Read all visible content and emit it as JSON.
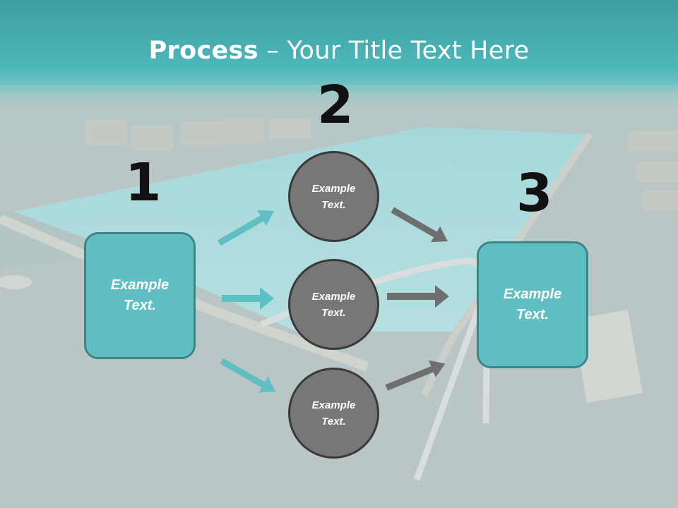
{
  "title": {
    "bold": "Process",
    "rest": " – Your Title Text Here"
  },
  "steps": [
    {
      "number": "1",
      "text_line1": "Example",
      "text_line2": "Text."
    },
    {
      "number": "2"
    },
    {
      "number": "3",
      "text_line1": "Example",
      "text_line2": "Text."
    }
  ],
  "circles": [
    {
      "text_line1": "Example",
      "text_line2": "Text."
    },
    {
      "text_line1": "Example",
      "text_line2": "Text."
    },
    {
      "text_line1": "Example",
      "text_line2": "Text."
    }
  ],
  "colors": {
    "header": "#4bb6b9",
    "box_fill": "#5fbfc3",
    "box_border": "#3e8587",
    "circle_fill": "#777777",
    "circle_border": "#3a3a3a",
    "teal_arrow": "#5fbfc3",
    "gray_arrow": "#6f6f6f"
  }
}
